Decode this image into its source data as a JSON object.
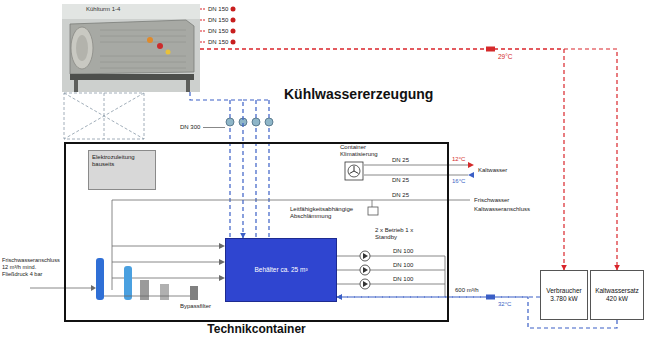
{
  "diagram": {
    "title": "Kühlwassererzeugung",
    "nodes": [
      {
        "text": [
          "Kühlturm 1-4"
        ]
      },
      {
        "text": [
          "Technikcontainer"
        ]
      },
      {
        "text": [
          "Elektrozuleitung bauseits"
        ],
        "in": 1
      },
      {
        "text": [
          "Container Klimatisierung"
        ],
        "in": 1
      },
      {
        "text": [
          "Behälter ca. 25 m³"
        ],
        "in": 1
      },
      {
        "text": [
          "Verbraucher",
          "3.780 kW"
        ]
      },
      {
        "text": [
          "Kaltwassersatz",
          "420 kW"
        ]
      }
    ],
    "edges": [
      {
        "from": 0,
        "to": 5,
        "arrow": "to"
      },
      {
        "from": 0,
        "to": 6,
        "arrow": "to"
      },
      {
        "from": 0,
        "to": 4,
        "arrow": "to"
      },
      {
        "from": 5,
        "to": 4,
        "arrow": "to"
      },
      {
        "from": 6,
        "to": 4,
        "arrow": "to"
      }
    ],
    "labels": [
      "DN 150",
      "DN 150",
      "DN 150",
      "DN 150",
      "29°C",
      "DN 300",
      "DN 25",
      "DN 25",
      "12°C",
      "16°C",
      "Kaltwasser",
      "DN 25",
      "Frischwasser",
      "Kaltwasseranschluss",
      "Leitfähigkeitsabhängige Abschlämmung",
      "2 x Betrieb 1 x Standby",
      "DN 100",
      "DN 100",
      "DN 100",
      "600 m³/h",
      "32°C",
      "Frischwasseranschluss 12 m³/h mind. Fließdruck 4 bar",
      "Bypassfilter"
    ]
  }
}
